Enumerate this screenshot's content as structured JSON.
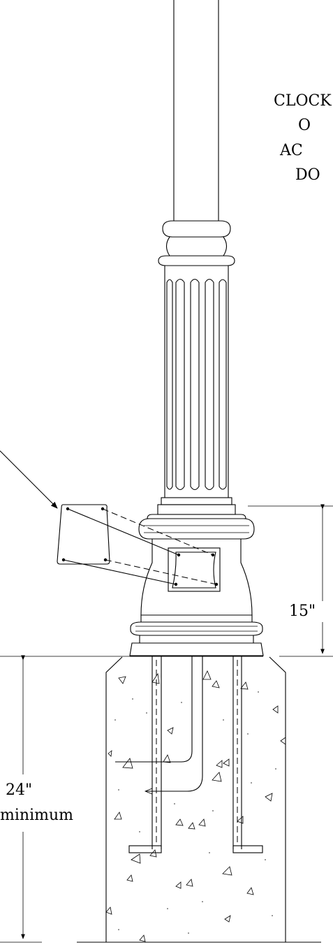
{
  "note_lines": [
    "CLOCK",
    "O",
    "AC",
    "DO"
  ],
  "dimensions": {
    "base_height": "15\"",
    "footing_depth": "24\"",
    "footing_note": "minimum"
  }
}
